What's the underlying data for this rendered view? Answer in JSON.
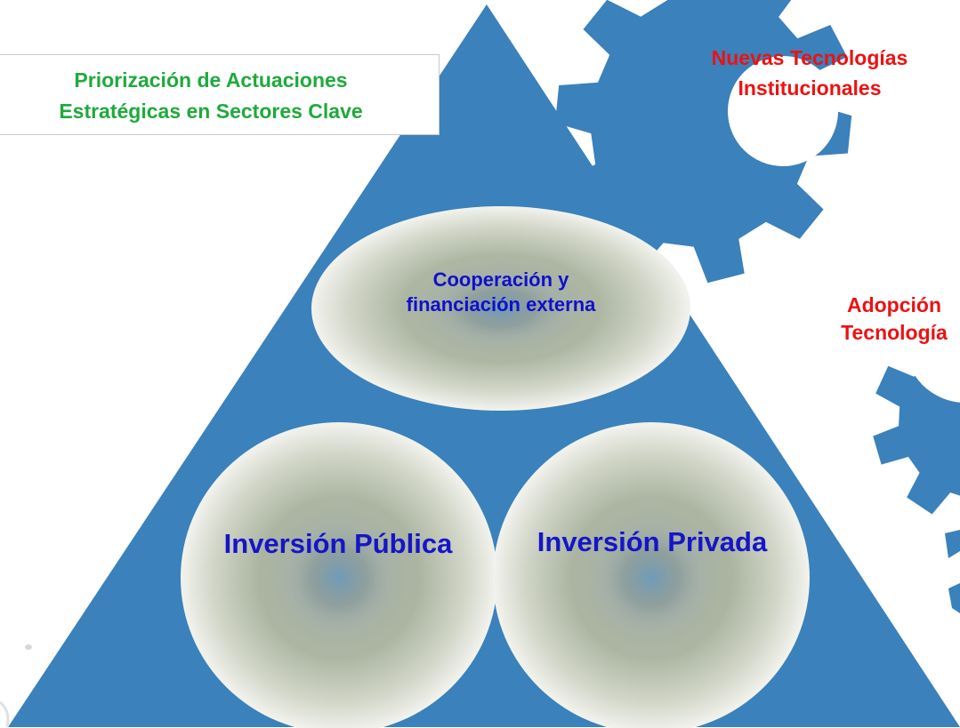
{
  "colors": {
    "shape_blue": "#3b81bb",
    "title_green": "#1faa3c",
    "label_blue": "#1515c8",
    "gear_label_red": "#ee1111"
  },
  "title": {
    "line1": "Priorización de Actuaciones",
    "line2": "Estratégicas en Sectores Clave"
  },
  "triangle": {
    "top_ellipse": {
      "line1": "Cooperación y",
      "line2": "financiación  externa"
    },
    "left_circle": {
      "label": "Inversión Pública"
    },
    "right_circle": {
      "label": "Inversión Privada"
    }
  },
  "gears": [
    {
      "line1": "Nuevas Tecnologías",
      "line2": "Institucionales",
      "icon": "gear-icon"
    },
    {
      "line1": "Adopción",
      "line2": "Tecnología",
      "icon": "gear-icon"
    },
    {
      "icon": "gear-icon"
    }
  ]
}
